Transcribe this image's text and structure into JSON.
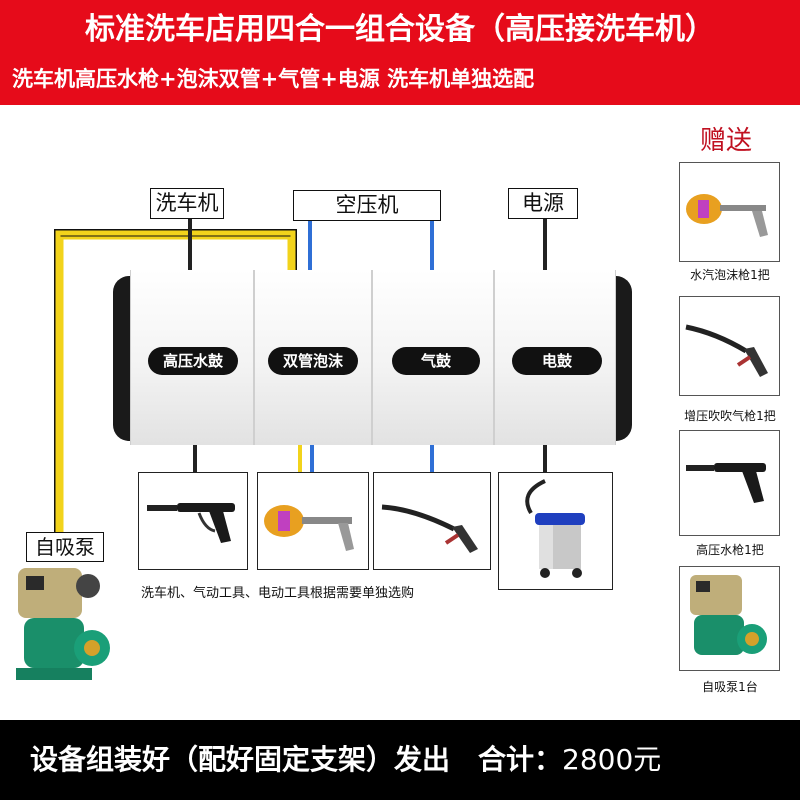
{
  "header": {
    "title": "标准洗车店用四合一组合设备（高压接洗车机）",
    "subtitle": "洗车机高压水枪+泡沫双管+气管+电源 洗车机单独选配"
  },
  "labels": {
    "washer": "洗车机",
    "compressor": "空压机",
    "power": "电源",
    "self_priming_pump": "自吸泵"
  },
  "drums": [
    {
      "label": "高压水鼓"
    },
    {
      "label": "双管泡沫"
    },
    {
      "label": "气鼓"
    },
    {
      "label": "电鼓"
    }
  ],
  "note": "洗车机、气动工具、电动工具根据需要单独选购",
  "gifts": {
    "heading": "赠送",
    "items": [
      {
        "caption": "水汽泡沫枪1把"
      },
      {
        "caption": "增压吹吹气枪1把"
      },
      {
        "caption": "高压水枪1把"
      },
      {
        "caption": "自吸泵1台"
      }
    ]
  },
  "footer": {
    "text": "设备组装好（配好固定支架）发出　合计：",
    "price": "2800元"
  },
  "colors": {
    "banner_red": "#e60b1a",
    "footer_black": "#000000",
    "hose_yellow": "#f2d31b",
    "hose_blue": "#2f6fd6"
  }
}
